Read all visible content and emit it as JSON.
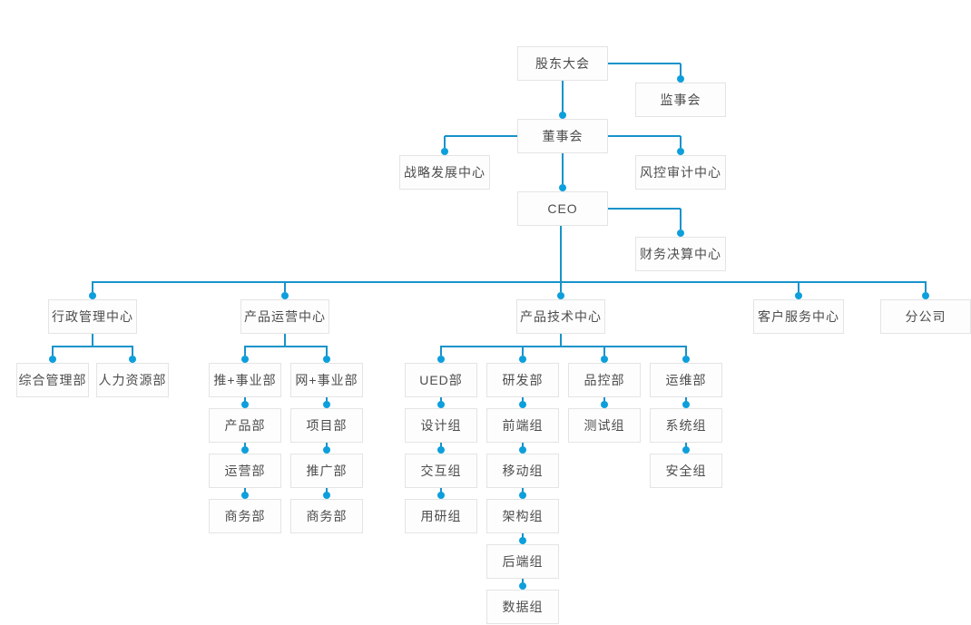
{
  "chart": {
    "type": "org-chart",
    "governance": {
      "shareholders": "股东大会",
      "supervisory": "监事会",
      "board": "董事会",
      "strategy": "战略发展中心",
      "risk_audit": "风控审计中心",
      "ceo": "CEO",
      "finance": "财务决算中心"
    },
    "centers": {
      "admin": "行政管理中心",
      "product_ops": "产品运营中心",
      "product_tech": "产品技术中心",
      "customer_service": "客户服务中心",
      "branch_company": "分公司"
    },
    "admin_departments": {
      "general_management": "综合管理部",
      "human_resources": "人力资源部"
    },
    "product_ops_departments": {
      "tui_division": "推+事业部",
      "wang_division": "网+事业部",
      "product": "产品部",
      "project": "项目部",
      "operations": "运营部",
      "promotion": "推广部",
      "business_tui": "商务部",
      "business_wang": "商务部"
    },
    "product_tech_departments": {
      "ued": "UED部",
      "rd": "研发部",
      "qc": "品控部",
      "devops": "运维部",
      "design": "设计组",
      "frontend": "前端组",
      "testing": "测试组",
      "system": "系统组",
      "interaction": "交互组",
      "mobile": "移动组",
      "security": "安全组",
      "user_research": "用研组",
      "architecture": "架构组",
      "backend": "后端组",
      "data": "数据组"
    },
    "colors": {
      "connector_line": "#1793cb",
      "connector_dot": "#0d9fdc",
      "node_border": "#e4e4e4",
      "node_text": "#4d4d4d",
      "background": "#ffffff"
    }
  }
}
